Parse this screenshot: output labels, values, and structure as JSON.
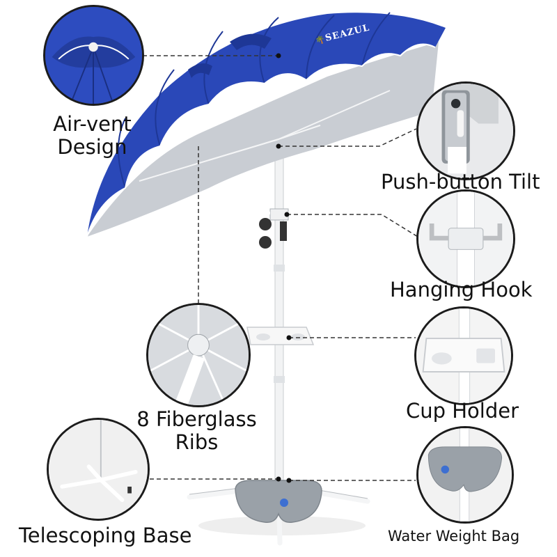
{
  "brand": {
    "logo_text": "SEAZUL"
  },
  "features": {
    "air_vent": {
      "line1": "Air-vent",
      "line2": "Design"
    },
    "push_button": {
      "label": "Push-button Tilt"
    },
    "hanging_hook": {
      "label": "Hanging Hook"
    },
    "ribs": {
      "line1": "8 Fiberglass",
      "line2": "Ribs"
    },
    "cup_holder": {
      "label": "Cup Holder"
    },
    "telescoping": {
      "label": "Telescoping Base"
    },
    "water_bag": {
      "label": "Water Weight Bag"
    }
  },
  "colors": {
    "canopy_blue": "#2a48b8",
    "canopy_dark": "#1e3796",
    "lining_silver": "#c9cdd3",
    "pole_white": "#f4f5f6",
    "bag_gray": "#9aa1a8",
    "dash_line": "#333333",
    "callout_border": "#1c1c1c"
  }
}
